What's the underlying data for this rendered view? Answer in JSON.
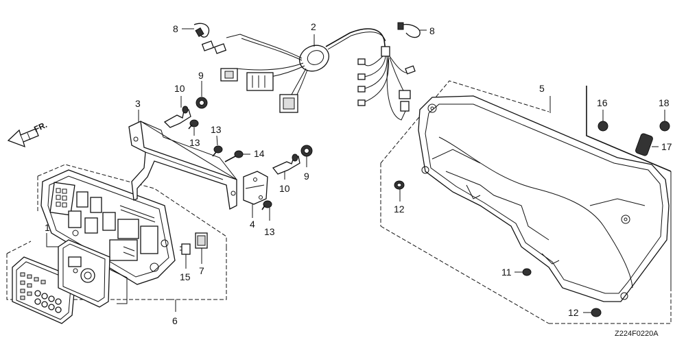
{
  "diagram": {
    "direction_label": "FR.",
    "code": "Z224F0220A",
    "callouts": [
      {
        "id": "c1",
        "label": "1"
      },
      {
        "id": "c2",
        "label": "2"
      },
      {
        "id": "c3",
        "label": "3"
      },
      {
        "id": "c4",
        "label": "4"
      },
      {
        "id": "c5",
        "label": "5"
      },
      {
        "id": "c6",
        "label": "6"
      },
      {
        "id": "c7",
        "label": "7"
      },
      {
        "id": "c8a",
        "label": "8"
      },
      {
        "id": "c8b",
        "label": "8"
      },
      {
        "id": "c9a",
        "label": "9"
      },
      {
        "id": "c9b",
        "label": "9"
      },
      {
        "id": "c10a",
        "label": "10"
      },
      {
        "id": "c10b",
        "label": "10"
      },
      {
        "id": "c11",
        "label": "11"
      },
      {
        "id": "c12a",
        "label": "12"
      },
      {
        "id": "c12b",
        "label": "12"
      },
      {
        "id": "c13a",
        "label": "13"
      },
      {
        "id": "c13b",
        "label": "13"
      },
      {
        "id": "c13c",
        "label": "13"
      },
      {
        "id": "c14",
        "label": "14"
      },
      {
        "id": "c15",
        "label": "15"
      },
      {
        "id": "c16",
        "label": "16"
      },
      {
        "id": "c17",
        "label": "17"
      },
      {
        "id": "c18",
        "label": "18"
      }
    ]
  }
}
